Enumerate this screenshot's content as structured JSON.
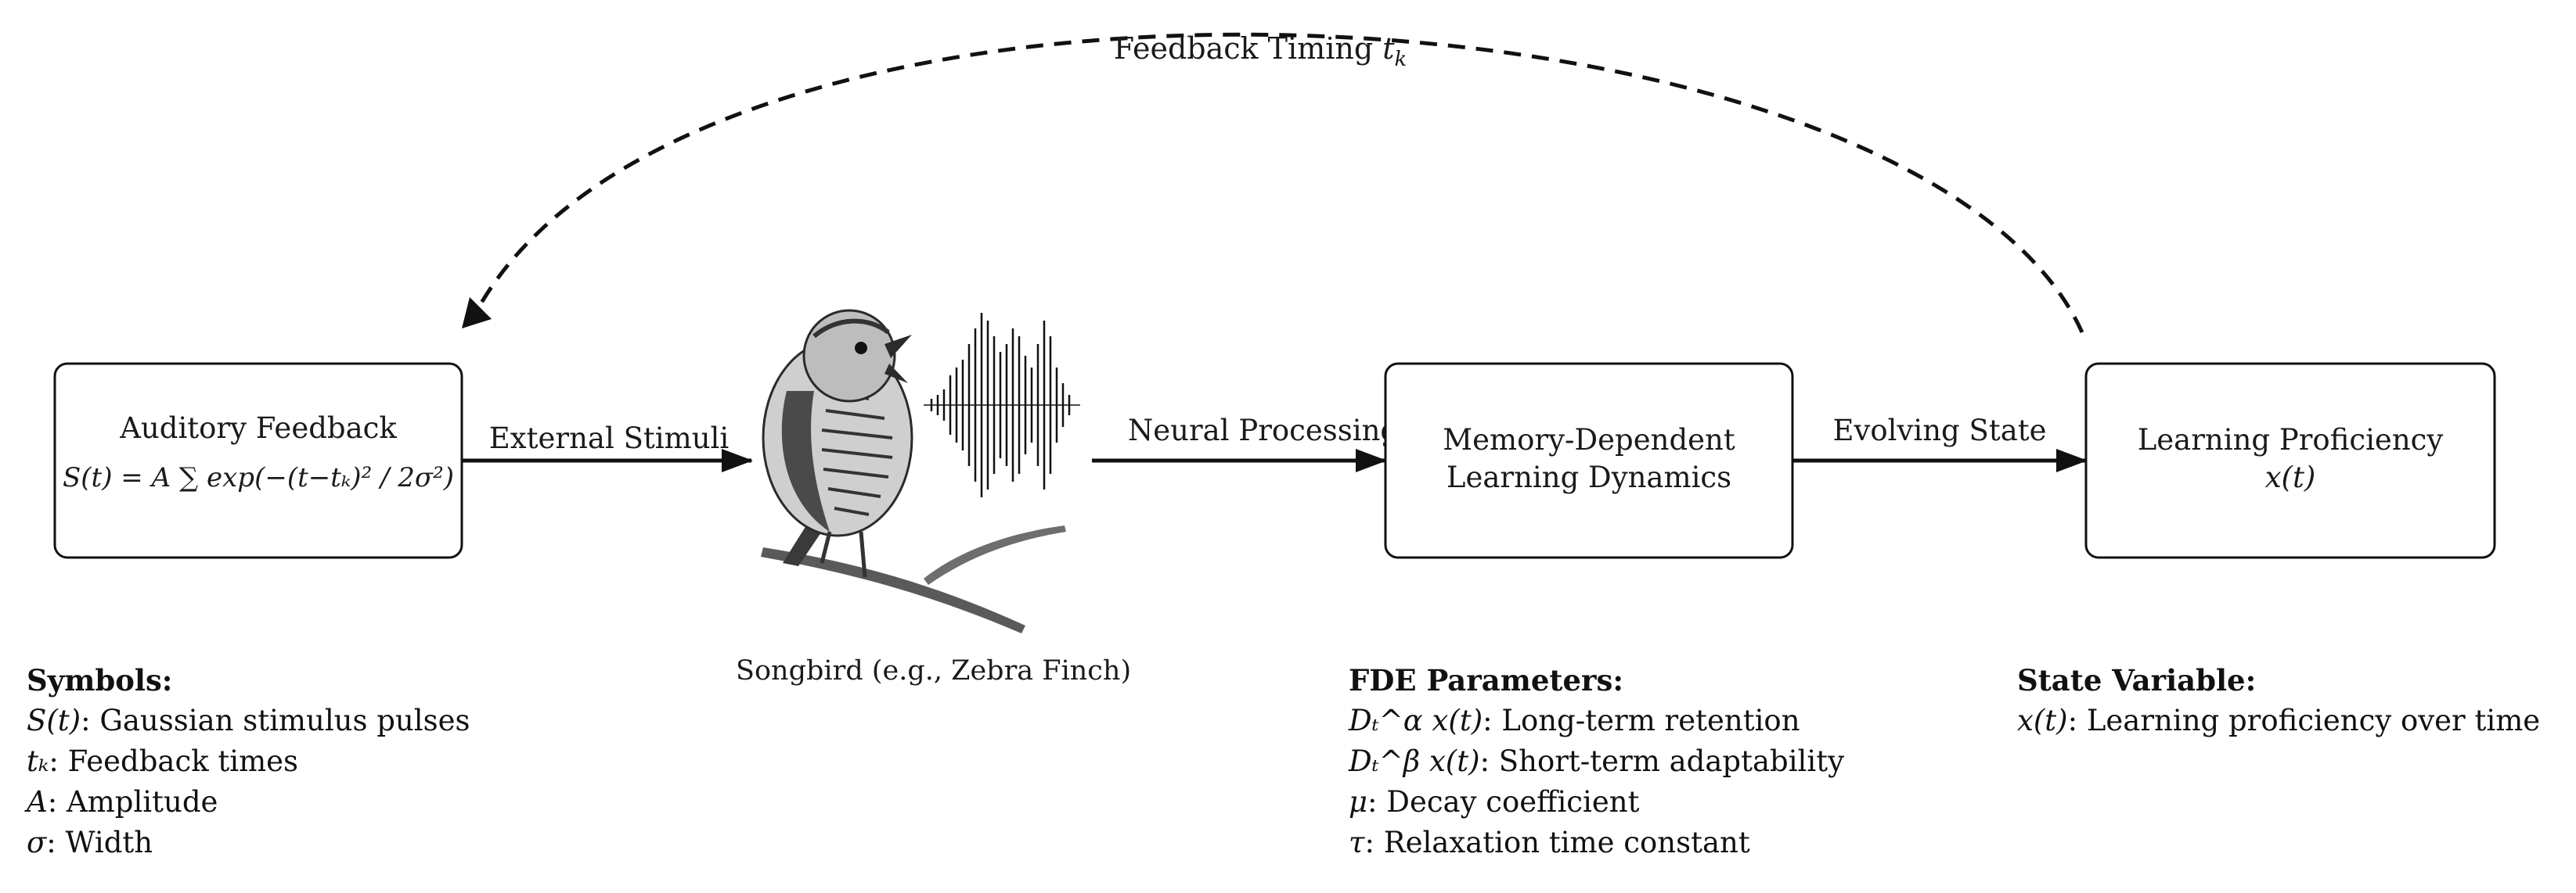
{
  "feedback_loop": {
    "label_text": "Feedback Timing ",
    "label_symbol": "t",
    "label_subscript": "k"
  },
  "nodes": {
    "auditory": {
      "title": "Auditory Feedback",
      "formula": "S(t) = A ∑ exp(−(t−tₖ)² / 2σ²)"
    },
    "songbird": {
      "caption": "Songbird (e.g., Zebra Finch)"
    },
    "memory": {
      "line1": "Memory-Dependent",
      "line2": "Learning Dynamics"
    },
    "proficiency": {
      "line1": "Learning Proficiency",
      "line2": "x(t)"
    }
  },
  "edges": {
    "external_stimuli": "External Stimuli",
    "neural_processing": "Neural Processing",
    "evolving_state": "Evolving State"
  },
  "legend_symbols": {
    "heading": "Symbols:",
    "items": [
      {
        "symbol": "S(t)",
        "desc": ": Gaussian stimulus pulses"
      },
      {
        "symbol": "tₖ",
        "desc": ": Feedback times"
      },
      {
        "symbol": "A",
        "desc": ": Amplitude"
      },
      {
        "symbol": "σ",
        "desc": ": Width"
      }
    ]
  },
  "legend_fde": {
    "heading": "FDE Parameters:",
    "items": [
      {
        "symbol": "Dₜ^α x(t)",
        "desc": ": Long-term retention"
      },
      {
        "symbol": "Dₜ^β x(t)",
        "desc": ": Short-term adaptability"
      },
      {
        "symbol": "μ",
        "desc": ": Decay coefficient"
      },
      {
        "symbol": "τ",
        "desc": ": Relaxation time constant"
      }
    ]
  },
  "legend_state": {
    "heading": "State Variable:",
    "items": [
      {
        "symbol": "x(t)",
        "desc": ": Learning proficiency over time"
      }
    ]
  },
  "colors": {
    "stroke": "#111111",
    "box_fill": "#ffffff",
    "bird_dark": "#2b2b2b",
    "bird_mid": "#7a7a7a",
    "bird_light": "#d9d9d9"
  }
}
